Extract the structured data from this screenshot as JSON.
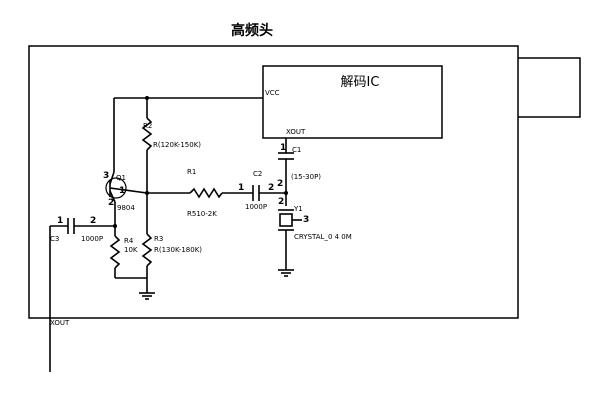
{
  "title": "高频头",
  "ic": {
    "label": "解码IC",
    "vcc": "VCC",
    "xout": "XOUT"
  },
  "components": {
    "r2": {
      "ref": "R2",
      "value": "R(120K-150K)"
    },
    "r1": {
      "ref": "R1",
      "value": "R510-2K"
    },
    "r3": {
      "ref": "R3",
      "value": "R(130K-180K)"
    },
    "r4": {
      "ref": "R4",
      "value": "10K"
    },
    "q1": {
      "ref": "Q1",
      "part": "9804",
      "pin3": "3",
      "pin1": "1",
      "pin2": "2"
    },
    "c1": {
      "ref": "C1",
      "value": "(15-30P)",
      "pin1": "1",
      "pin2": "2"
    },
    "c2": {
      "ref": "C2",
      "value": "1000P",
      "pin1": "1",
      "pin2": "2"
    },
    "c3": {
      "ref": "C3",
      "value": "1000P",
      "pin1": "1",
      "pin2": "2"
    },
    "y1": {
      "ref": "Y1",
      "value": "CRYSTAL_0 4 0M",
      "pin3": "3",
      "pin2": "2"
    }
  },
  "xout_label": "XOUT"
}
